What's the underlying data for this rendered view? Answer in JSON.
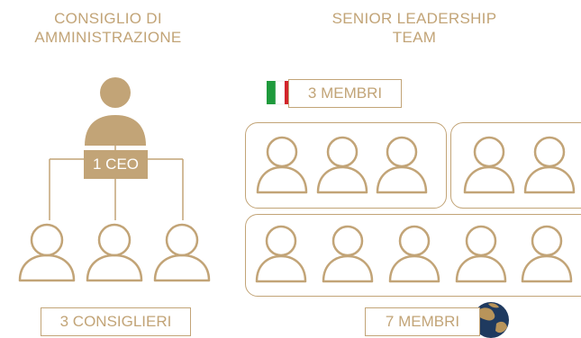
{
  "board": {
    "heading": "CONSIGLIO DI\nAMMINISTRAZIONE",
    "ceo_label": "1 CEO",
    "members_label": "3 CONSIGLIERI"
  },
  "leadership": {
    "heading": "SENIOR LEADERSHIP\nTEAM",
    "italy_label": "3 MEMBRI",
    "global_label": "7 MEMBRI",
    "italy_flag_icon": "italy-flag-icon",
    "globe_icon": "globe-icon"
  },
  "colors": {
    "gold": "#c2a477",
    "flag_green": "#1e9a3c",
    "flag_red": "#d2232a",
    "globe_blue": "#1f3a5f"
  }
}
